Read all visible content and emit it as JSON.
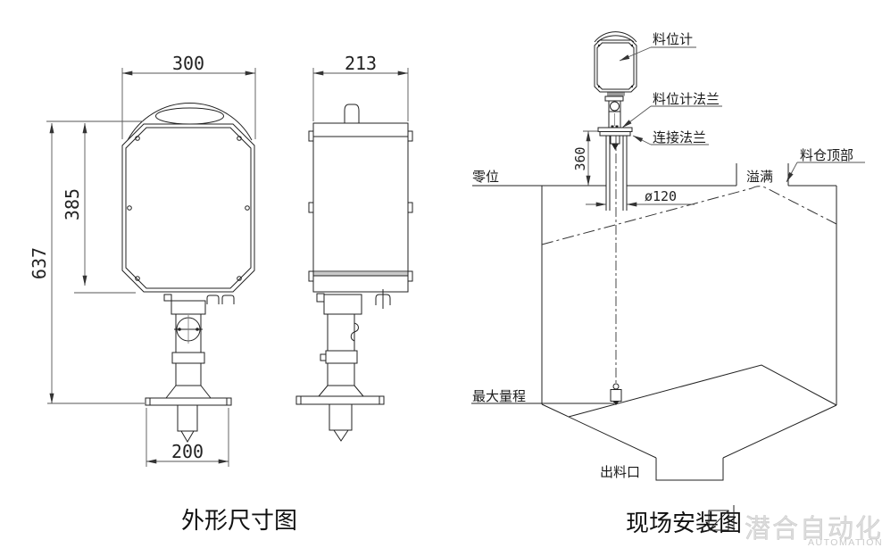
{
  "captions": {
    "front": "外形尺寸图",
    "installation": "现场安装图"
  },
  "front_view": {
    "dim_width": "300",
    "dim_body_height": "385",
    "dim_total_height": "637",
    "dim_flange_width": "200"
  },
  "side_view": {
    "dim_depth": "213"
  },
  "installation": {
    "label_level_meter": "料位计",
    "label_meter_flange": "料位计法兰",
    "label_connect_flange": "连接法兰",
    "label_silo_top": "料仓顶部",
    "label_zero": "零位",
    "label_overflow": "溢满",
    "label_max_range": "最大量程",
    "label_outlet": "出料口",
    "dim_insertion": "360",
    "dim_nozzle_dia": "ø120"
  },
  "watermark": {
    "brand": "潜合自动化",
    "sub": "AUTOMATION"
  }
}
